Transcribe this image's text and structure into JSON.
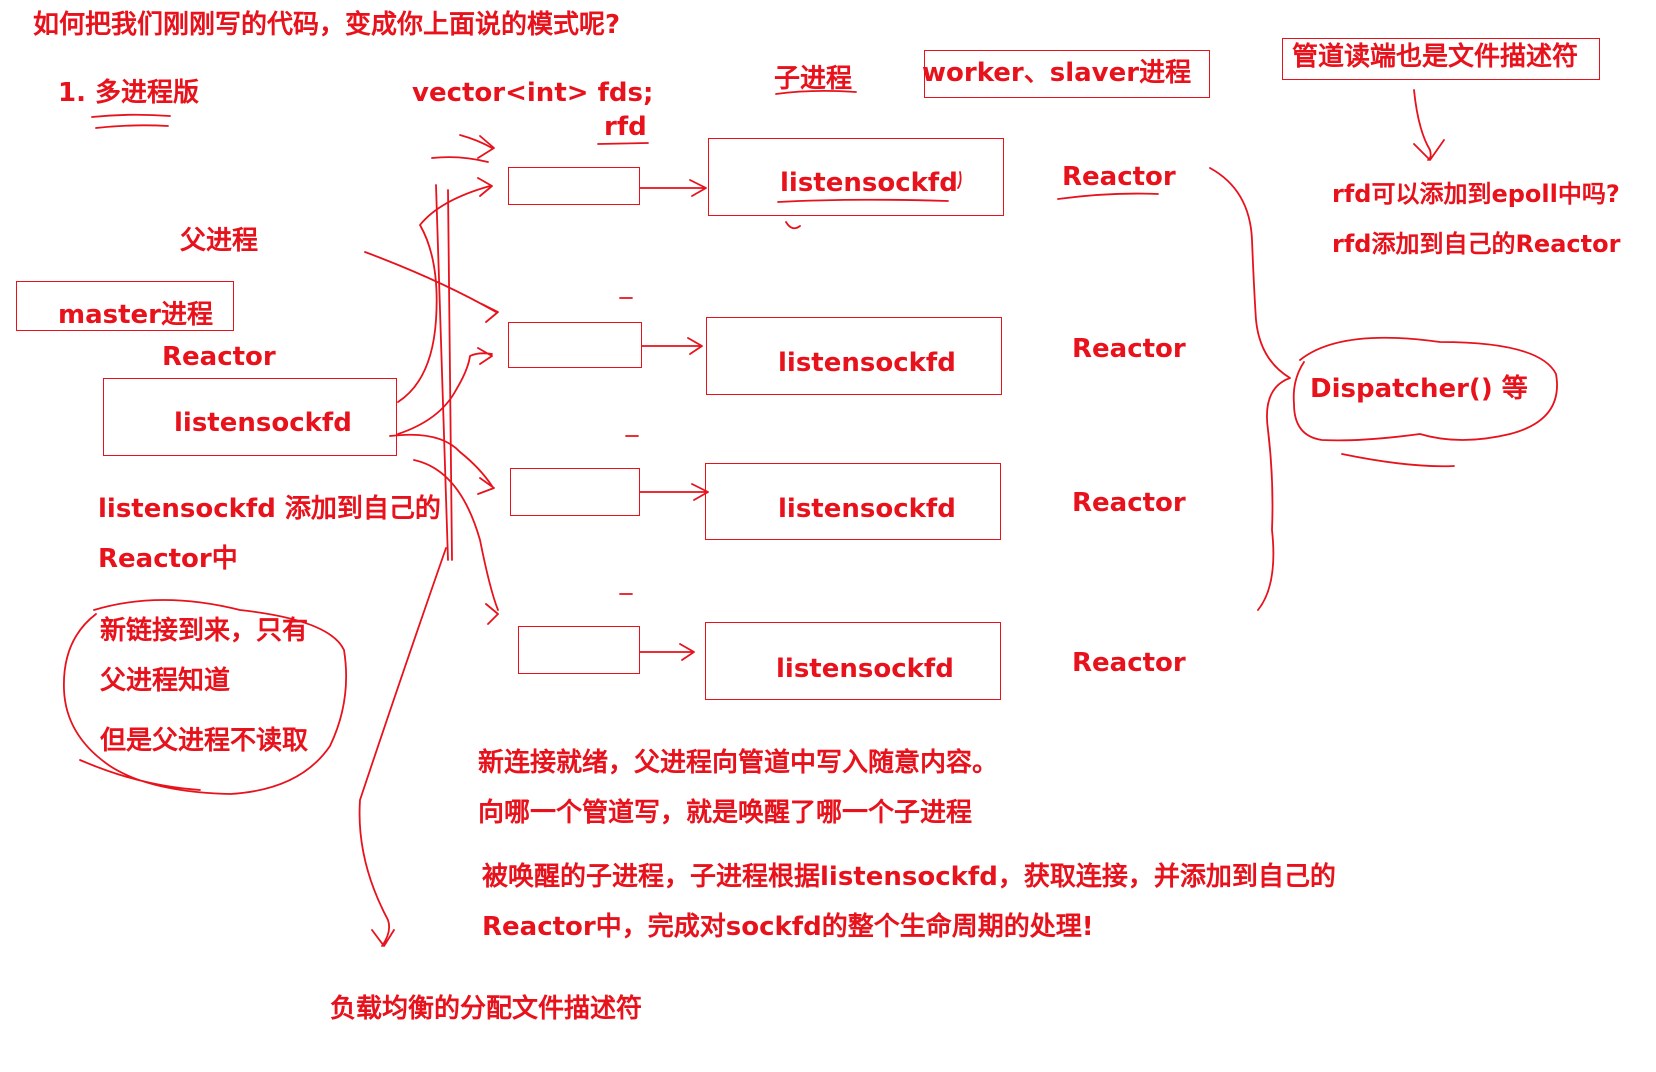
{
  "colors": {
    "ink": "#e8121c",
    "background": "#ffffff"
  },
  "texts": {
    "question": "如何把我们刚刚写的代码，变成你上面说的模式呢?",
    "version": "1. 多进程版",
    "vector": "vector<int> fds;",
    "rfd": "rfd",
    "child": "子进程",
    "worker": "worker、slaver进程",
    "pipe_read": "管道读端也是文件描述符",
    "rfd_epoll": "rfd可以添加到epoll中吗?",
    "rfd_reactor": "rfd添加到自己的Reactor",
    "parent": "父进程",
    "master": "master进程",
    "reactor": "Reactor",
    "listensockfd": "listensockfd",
    "dispatcher": "Dispatcher() 等",
    "add_line1": "listensockfd 添加到自己的",
    "add_line2": "Reactor中",
    "new_line1": "新链接到来，只有",
    "new_line2": "父进程知道",
    "new_line3": "但是父进程不读取",
    "ready_line1": "新连接就绪，父进程向管道中写入随意内容。",
    "ready_line2": "向哪一个管道写，就是唤醒了哪一个子进程",
    "woken_line1": "被唤醒的子进程，子进程根据listensockfd，获取连接，并添加到自己的",
    "woken_line2": "Reactor中，完成对sockfd的整个生命周期的处理!",
    "balance": "负载均衡的分配文件描述符"
  }
}
